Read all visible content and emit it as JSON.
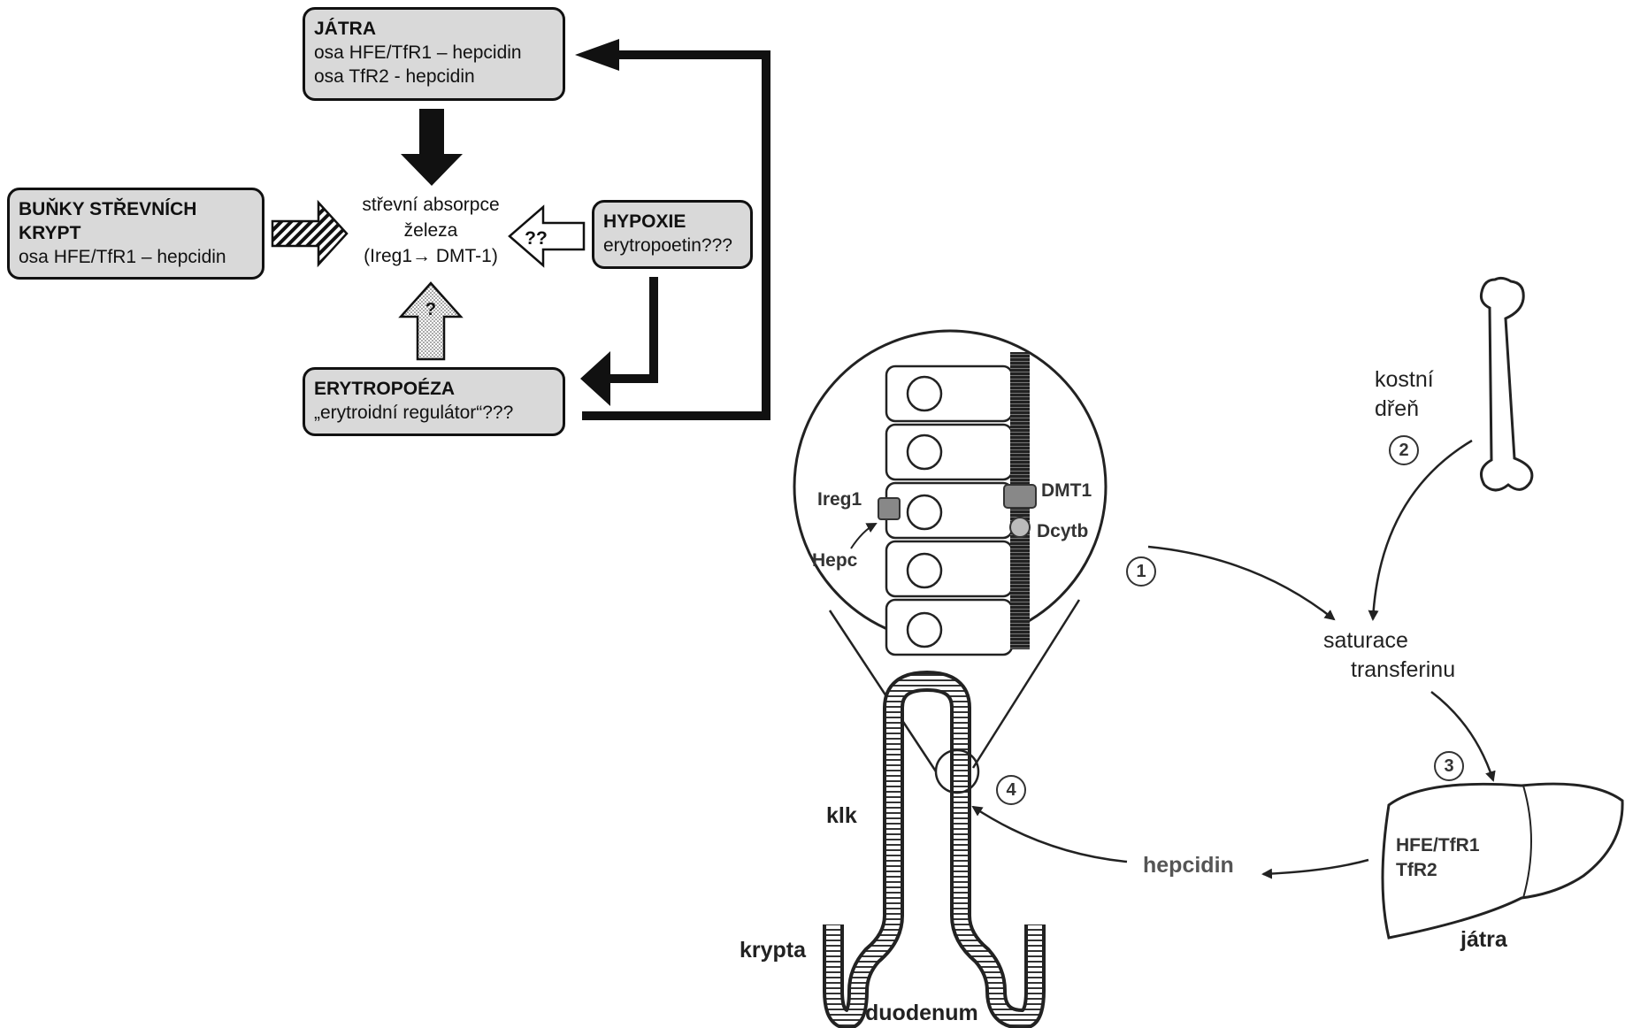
{
  "flowchart": {
    "liver_box": {
      "title": "JÁTRA",
      "line1": "osa HFE/TfR1 – hepcidin",
      "line2": "osa TfR2 - hepcidin"
    },
    "crypts_box": {
      "title_line1": "BUŇKY STŘEVNÍCH",
      "title_line2": "KRYPT",
      "line1": "osa HFE/TfR1 – hepcidin"
    },
    "hypoxia_box": {
      "title": "HYPOXIE",
      "line1": "erytropoetin???"
    },
    "erythropoiesis_box": {
      "title": "ERYTROPOÉZA",
      "line1": "„erytroidní regulátor“???"
    },
    "center": {
      "line1": "střevní absorpce",
      "line2": "železa",
      "line3": "(Ireg1→ DMT-1)"
    },
    "hypoxia_arrow_label": "??",
    "erythro_arrow_label": "?"
  },
  "figure": {
    "enterocyte": {
      "ireg1": "Ireg1",
      "hepc": "Hepc",
      "dmt1": "DMT1",
      "dcytb": "Dcytb"
    },
    "labels": {
      "bone_marrow_line1": "kostní",
      "bone_marrow_line2": "dřeň",
      "transferrin_line1": "saturace",
      "transferrin_line2": "transferinu",
      "liver_line1": "HFE/TfR1",
      "liver_line2": "TfR2",
      "liver_name": "játra",
      "hepcidin": "hepcidin",
      "villus": "klk",
      "crypt": "krypta",
      "duodenum": "duodenum"
    },
    "steps": [
      "1",
      "2",
      "3",
      "4"
    ]
  }
}
